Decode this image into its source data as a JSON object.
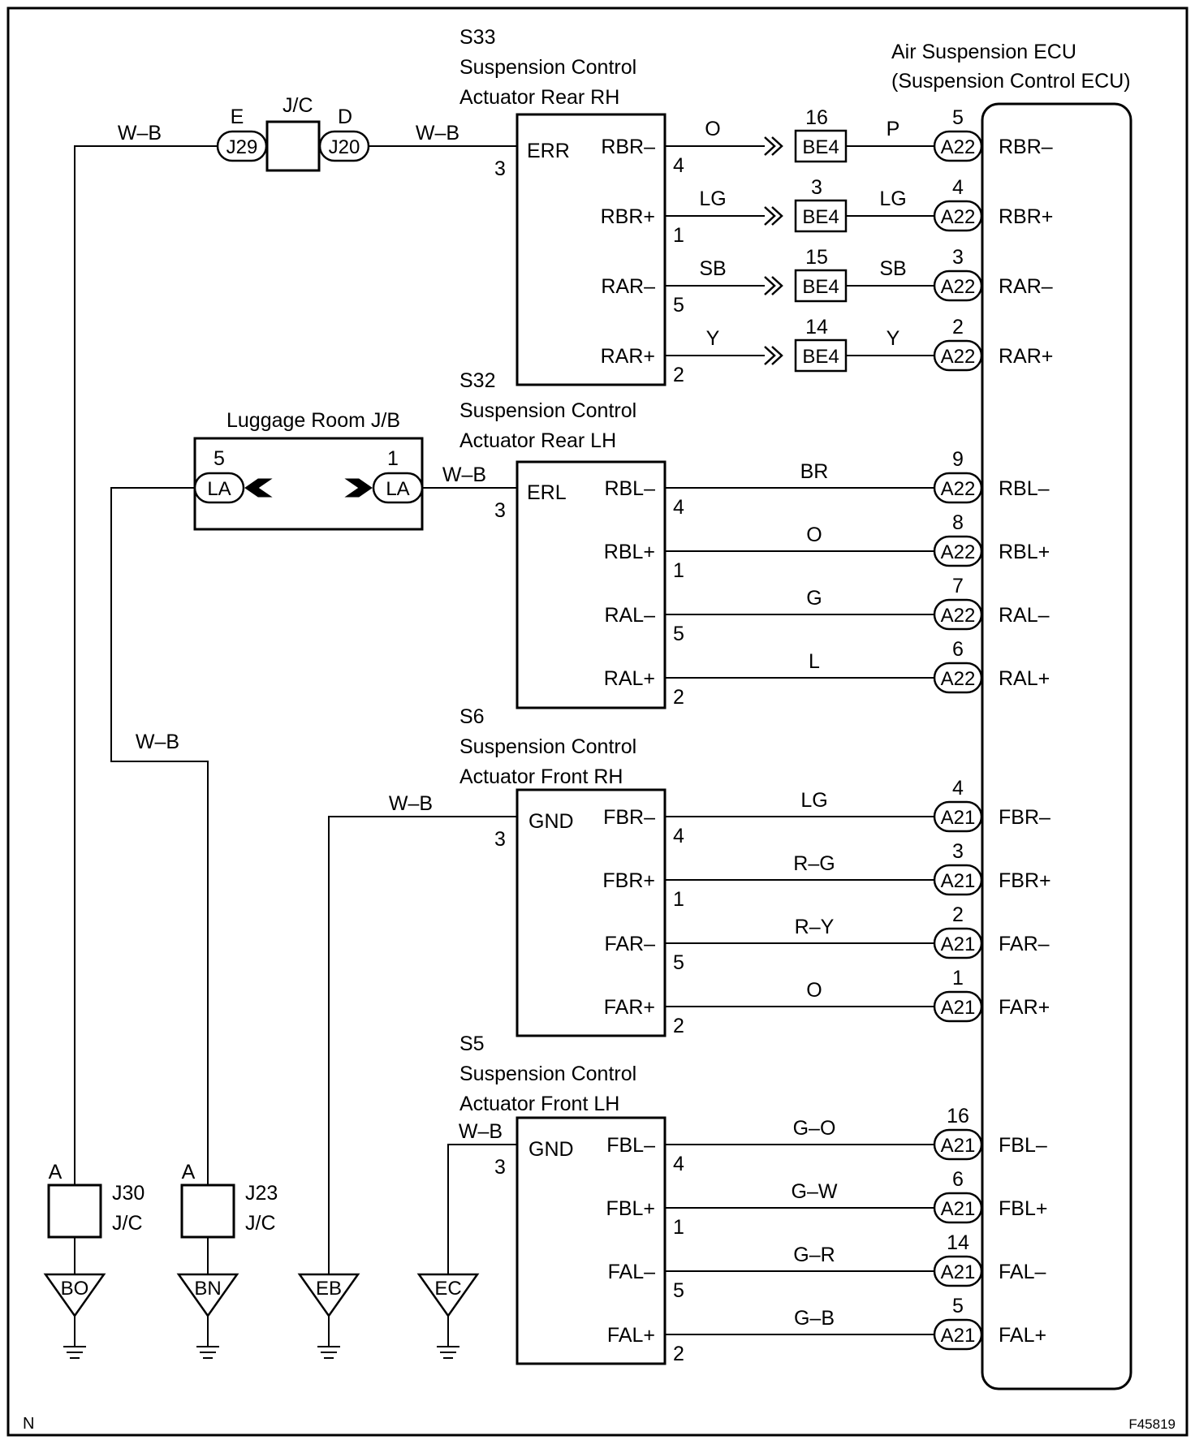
{
  "ecu": {
    "line1": "Air Suspension ECU",
    "line2": "(Suspension Control ECU)"
  },
  "jc_top": {
    "label": "J/C",
    "left_pin": "E",
    "left_conn": "J29",
    "right_pin": "D",
    "right_conn": "J20"
  },
  "luggage_jb": {
    "label": "Luggage Room J/B",
    "left_pin": "5",
    "left_conn": "LA",
    "right_pin": "1",
    "right_conn": "LA"
  },
  "actuators": [
    {
      "code": "S33",
      "line1": "Suspension Control",
      "line2": "Actuator Rear RH",
      "ground_label": "ERR",
      "ground_pin": "3",
      "ground_wire": "W–B",
      "rows": [
        {
          "term": "RBR–",
          "pin": "4",
          "wire": "O",
          "be_num": "16",
          "be": "BE4",
          "wire2": "P",
          "conn_num": "5",
          "conn": "A22",
          "ecu_term": "RBR–"
        },
        {
          "term": "RBR+",
          "pin": "1",
          "wire": "LG",
          "be_num": "3",
          "be": "BE4",
          "wire2": "LG",
          "conn_num": "4",
          "conn": "A22",
          "ecu_term": "RBR+"
        },
        {
          "term": "RAR–",
          "pin": "5",
          "wire": "SB",
          "be_num": "15",
          "be": "BE4",
          "wire2": "SB",
          "conn_num": "3",
          "conn": "A22",
          "ecu_term": "RAR–"
        },
        {
          "term": "RAR+",
          "pin": "2",
          "wire": "Y",
          "be_num": "14",
          "be": "BE4",
          "wire2": "Y",
          "conn_num": "2",
          "conn": "A22",
          "ecu_term": "RAR+"
        }
      ]
    },
    {
      "code": "S32",
      "line1": "Suspension Control",
      "line2": "Actuator Rear LH",
      "ground_label": "ERL",
      "ground_pin": "3",
      "ground_wire": "W–B",
      "rows": [
        {
          "term": "RBL–",
          "pin": "4",
          "wire": "BR",
          "conn_num": "9",
          "conn": "A22",
          "ecu_term": "RBL–"
        },
        {
          "term": "RBL+",
          "pin": "1",
          "wire": "O",
          "conn_num": "8",
          "conn": "A22",
          "ecu_term": "RBL+"
        },
        {
          "term": "RAL–",
          "pin": "5",
          "wire": "G",
          "conn_num": "7",
          "conn": "A22",
          "ecu_term": "RAL–"
        },
        {
          "term": "RAL+",
          "pin": "2",
          "wire": "L",
          "conn_num": "6",
          "conn": "A22",
          "ecu_term": "RAL+"
        }
      ]
    },
    {
      "code": "S6",
      "line1": "Suspension Control",
      "line2": "Actuator Front RH",
      "ground_label": "GND",
      "ground_pin": "3",
      "ground_wire": "W–B",
      "rows": [
        {
          "term": "FBR–",
          "pin": "4",
          "wire": "LG",
          "conn_num": "4",
          "conn": "A21",
          "ecu_term": "FBR–"
        },
        {
          "term": "FBR+",
          "pin": "1",
          "wire": "R–G",
          "conn_num": "3",
          "conn": "A21",
          "ecu_term": "FBR+"
        },
        {
          "term": "FAR–",
          "pin": "5",
          "wire": "R–Y",
          "conn_num": "2",
          "conn": "A21",
          "ecu_term": "FAR–"
        },
        {
          "term": "FAR+",
          "pin": "2",
          "wire": "O",
          "conn_num": "1",
          "conn": "A21",
          "ecu_term": "FAR+"
        }
      ]
    },
    {
      "code": "S5",
      "line1": "Suspension Control",
      "line2": "Actuator Front LH",
      "ground_label": "GND",
      "ground_pin": "3",
      "ground_wire": "W–B",
      "rows": [
        {
          "term": "FBL–",
          "pin": "4",
          "wire": "G–O",
          "conn_num": "16",
          "conn": "A21",
          "ecu_term": "FBL–"
        },
        {
          "term": "FBL+",
          "pin": "1",
          "wire": "G–W",
          "conn_num": "6",
          "conn": "A21",
          "ecu_term": "FBL+"
        },
        {
          "term": "FAL–",
          "pin": "5",
          "wire": "G–R",
          "conn_num": "14",
          "conn": "A21",
          "ecu_term": "FAL–"
        },
        {
          "term": "FAL+",
          "pin": "2",
          "wire": "G–B",
          "conn_num": "5",
          "conn": "A21",
          "ecu_term": "FAL+"
        }
      ]
    }
  ],
  "wires": {
    "top_left": "W–B",
    "top_mid": "W–B",
    "luggage_out": "W–B",
    "left_drop": "W–B"
  },
  "junction_blocks": [
    {
      "pin": "A",
      "conn": "J30",
      "type": "J/C"
    },
    {
      "pin": "A",
      "conn": "J23",
      "type": "J/C"
    }
  ],
  "grounds": [
    "BO",
    "BN",
    "EB",
    "EC"
  ],
  "corner": {
    "left": "N",
    "right": "F45819"
  }
}
